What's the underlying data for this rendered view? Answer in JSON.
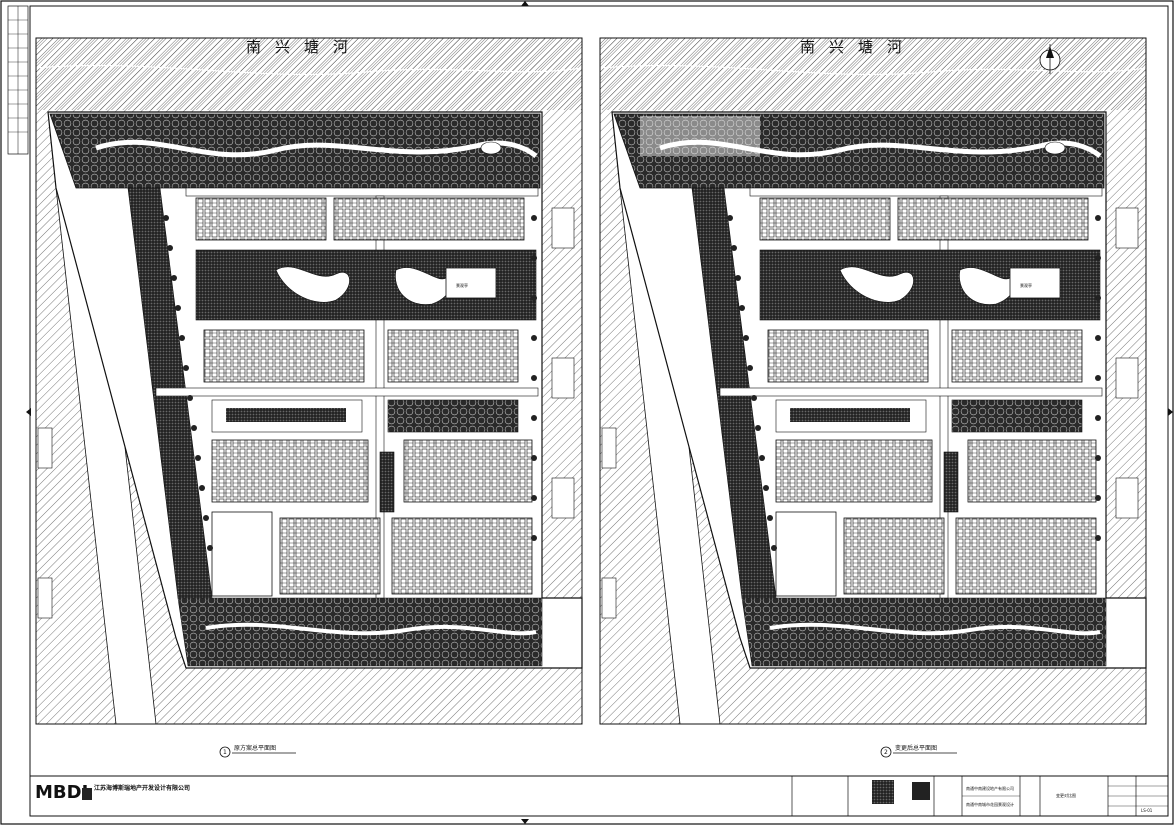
{
  "drawing": {
    "river_name": "南兴塘河",
    "plan_left": {
      "pavilion_label": "景观亭",
      "caption_number": "1",
      "caption": "原方案总平面图"
    },
    "plan_right": {
      "pavilion_label": "景观亭",
      "caption_number": "2",
      "caption": "变更后总平面图"
    }
  },
  "title_block": {
    "logo_text": "MBDI",
    "company": "江苏海博斯瑞地产开发设计有限公司",
    "project": "南通中南建设地产有限公司",
    "project_sub": "南通中南城市花园景观设计",
    "drawing_title": "变更对比图",
    "sheet_no": "LS-01"
  },
  "colors": {
    "ink": "#111111",
    "hatch": "#555555",
    "paper": "#ffffff"
  }
}
